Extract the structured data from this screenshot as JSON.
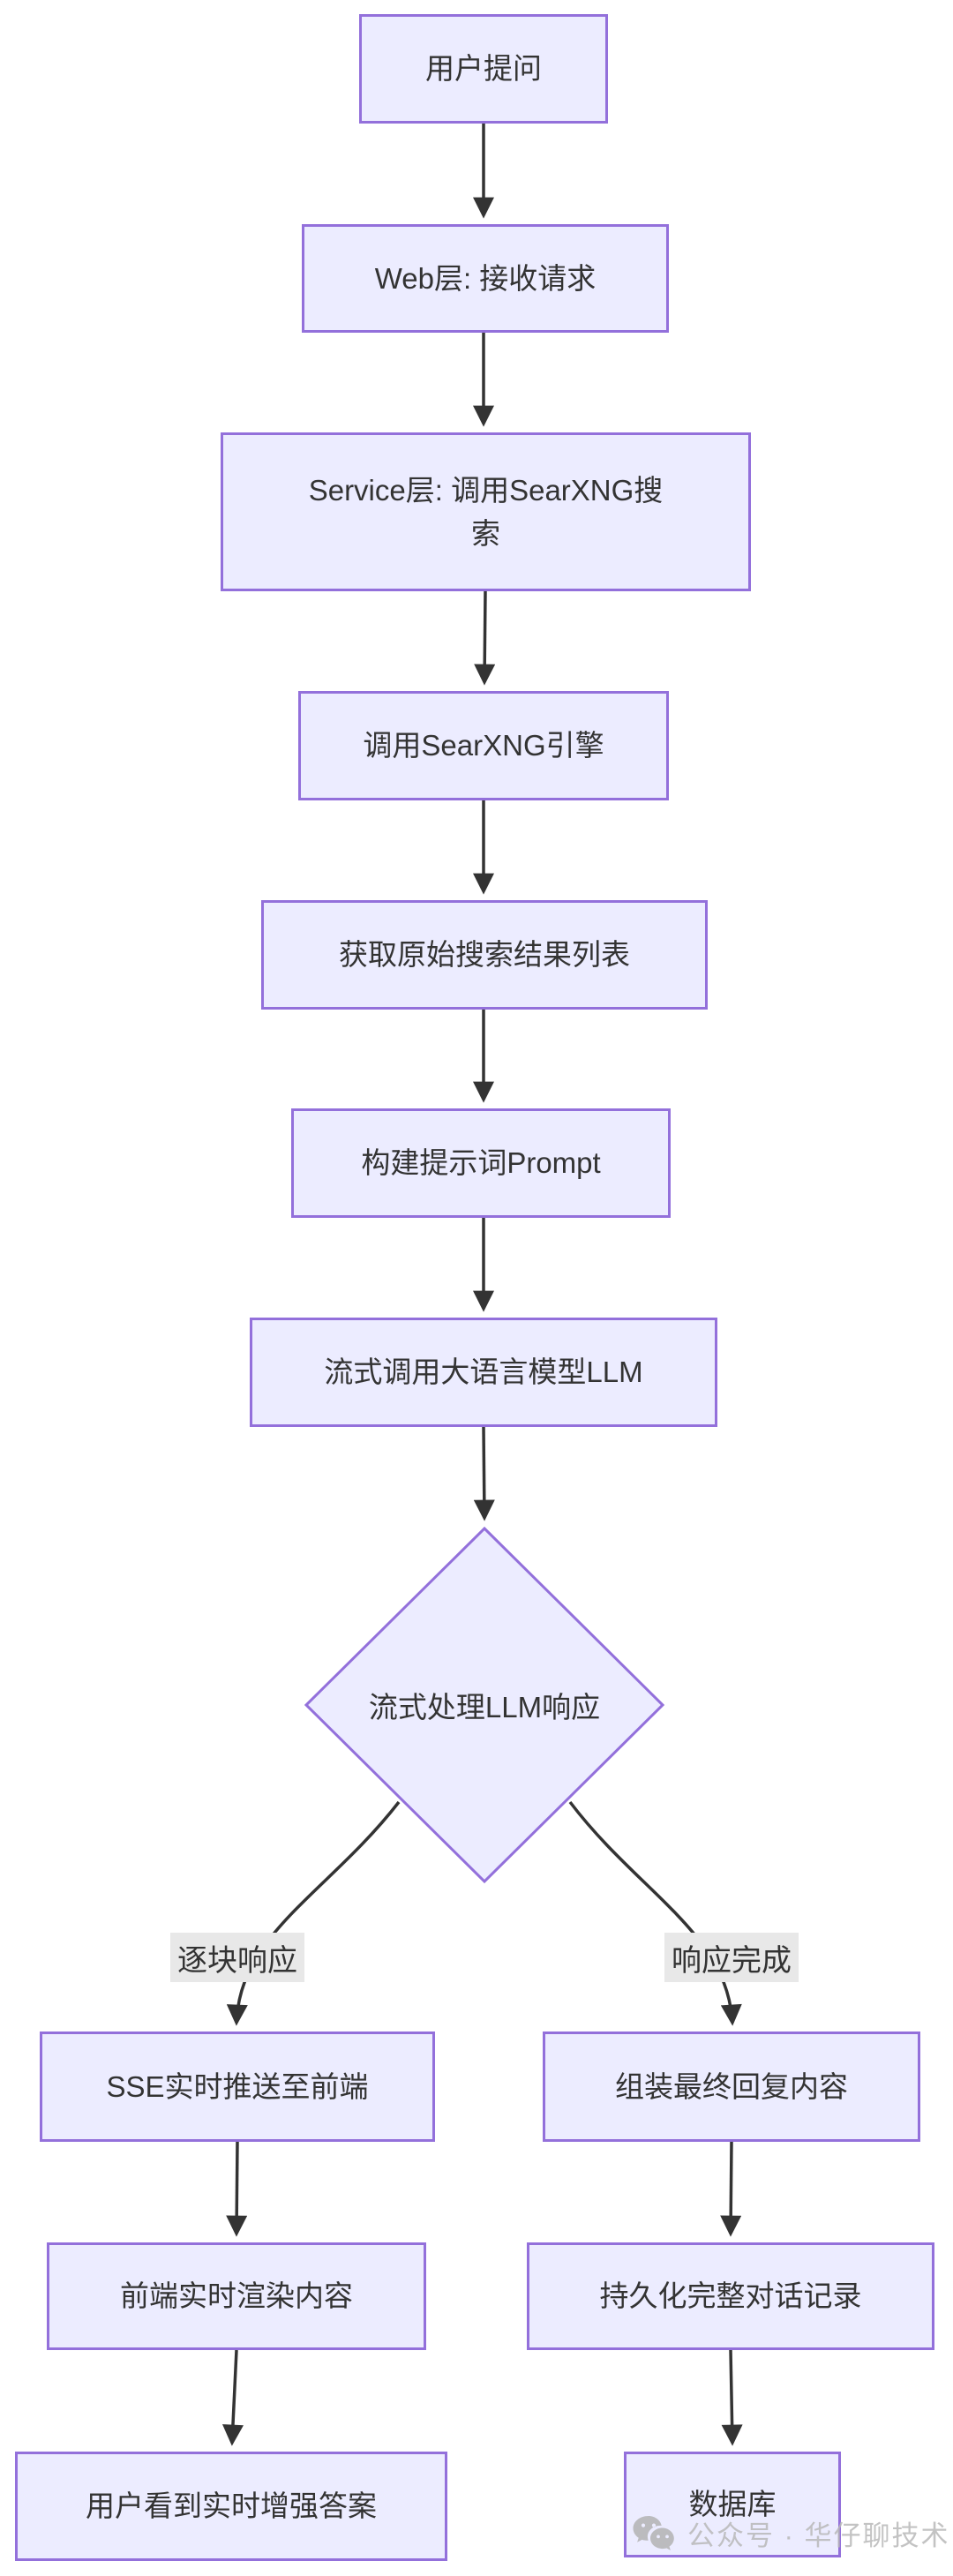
{
  "flowchart": {
    "nodes": [
      {
        "id": "A",
        "shape": "rect",
        "label": "用户提问"
      },
      {
        "id": "B",
        "shape": "rect",
        "label": "Web层: 接收请求"
      },
      {
        "id": "C",
        "shape": "rect",
        "label": "Service层: 调用SearXNG搜索"
      },
      {
        "id": "D",
        "shape": "rect",
        "label": "调用SearXNG引擎"
      },
      {
        "id": "E",
        "shape": "rect",
        "label": "获取原始搜索结果列表"
      },
      {
        "id": "F",
        "shape": "rect",
        "label": "构建提示词Prompt"
      },
      {
        "id": "G",
        "shape": "rect",
        "label": "流式调用大语言模型LLM"
      },
      {
        "id": "H",
        "shape": "diamond",
        "label": "流式处理LLM响应"
      },
      {
        "id": "I",
        "shape": "rect",
        "label": "SSE实时推送至前端"
      },
      {
        "id": "J",
        "shape": "rect",
        "label": "前端实时渲染内容"
      },
      {
        "id": "K",
        "shape": "rect",
        "label": "用户看到实时增强答案"
      },
      {
        "id": "L",
        "shape": "rect",
        "label": "组装最终回复内容"
      },
      {
        "id": "M",
        "shape": "rect",
        "label": "持久化完整对话记录"
      },
      {
        "id": "N",
        "shape": "rect",
        "label": "数据库"
      }
    ],
    "edges": [
      {
        "from": "A",
        "to": "B",
        "label": ""
      },
      {
        "from": "B",
        "to": "C",
        "label": ""
      },
      {
        "from": "C",
        "to": "D",
        "label": ""
      },
      {
        "from": "D",
        "to": "E",
        "label": ""
      },
      {
        "from": "E",
        "to": "F",
        "label": ""
      },
      {
        "from": "F",
        "to": "G",
        "label": ""
      },
      {
        "from": "G",
        "to": "H",
        "label": ""
      },
      {
        "from": "H",
        "to": "I",
        "label": "逐块响应"
      },
      {
        "from": "H",
        "to": "L",
        "label": "响应完成"
      },
      {
        "from": "I",
        "to": "J",
        "label": ""
      },
      {
        "from": "J",
        "to": "K",
        "label": ""
      },
      {
        "from": "L",
        "to": "M",
        "label": ""
      },
      {
        "from": "M",
        "to": "N",
        "label": ""
      }
    ],
    "watermark": {
      "text": "公众号 · 华仔聊技术",
      "icon": "wechat-icon"
    },
    "colors": {
      "node_fill": "#ECECFF",
      "node_border": "#9370DB",
      "edge": "#333333",
      "branch_label_bg": "#E8E8E8",
      "text": "#333333",
      "watermark": "#B9B9B9",
      "background": "#FFFFFF"
    }
  }
}
